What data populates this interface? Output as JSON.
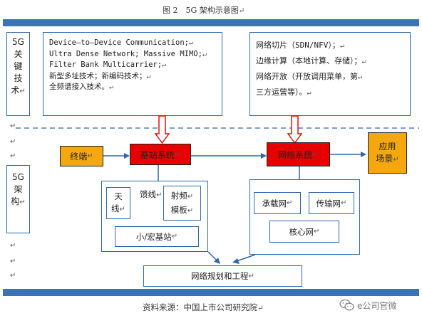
{
  "caption": "图 2　5G 架构示意图",
  "return_mark": "↵",
  "source_note": "资料来源：中国上市公司研究院",
  "watermark": "e公司官微",
  "key_tech": {
    "label": [
      "5G",
      "关",
      "键",
      "技",
      "术"
    ],
    "lines": [
      "Device—to—Device Communication;",
      "Ultra Dense Network; Massive MIMO;",
      "Filter Bank Multicarrier;",
      "新型多址技术；新编码技术；",
      "全频谱接入技术。"
    ],
    "right_lines": [
      "网络切片（SDN/NFV）；",
      "边缘计算（本地计算、存储）；",
      "网络开放（开放调用菜单，第",
      "三方运营等）。"
    ]
  },
  "architecture": {
    "label": [
      "5G",
      "架",
      "构"
    ],
    "terminal": "终端",
    "base_station_system": "基站系统",
    "network_system": "网络系统",
    "application_scene": [
      "应用",
      "场景"
    ],
    "antenna": [
      "天",
      "线"
    ],
    "feeder": "馈线",
    "rf_module": [
      "射频",
      "模板"
    ],
    "small_macro_station": "小/宏基站",
    "bearer_network": "承载网",
    "transport_network": "传输网",
    "core_network": "核心网",
    "network_planning": "网络规划和工程"
  }
}
